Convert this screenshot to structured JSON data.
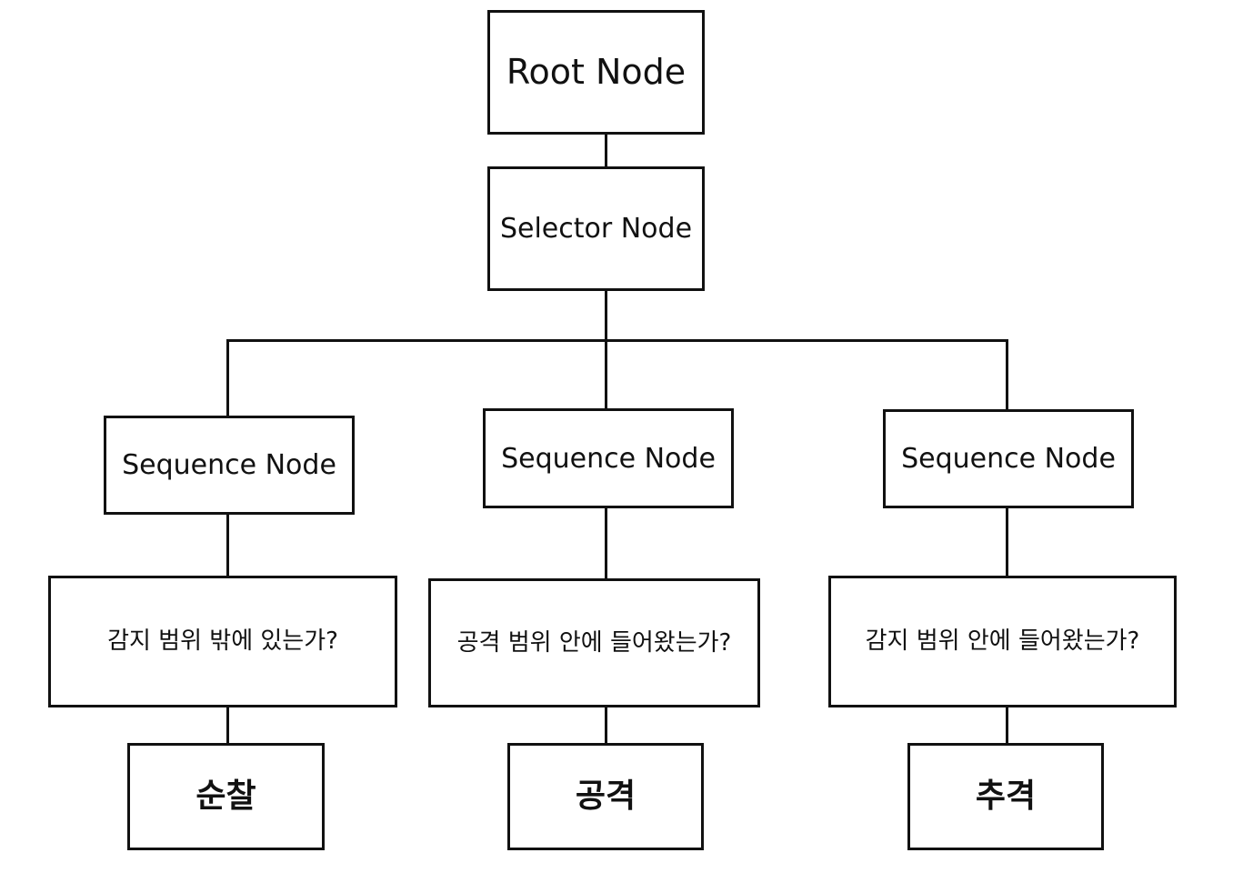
{
  "diagram": {
    "root": {
      "label": "Root Node"
    },
    "selector": {
      "label": "Selector Node"
    },
    "branches": [
      {
        "sequence_label": "Sequence Node",
        "condition_label": "감지 범위 밖에 있는가?",
        "action_label": "순찰"
      },
      {
        "sequence_label": "Sequence Node",
        "condition_label": "공격 범위 안에 들어왔는가?",
        "action_label": "공격"
      },
      {
        "sequence_label": "Sequence Node",
        "condition_label": "감지 범위 안에 들어왔는가?",
        "action_label": "추격"
      }
    ],
    "colors": {
      "stroke": "#111111",
      "background": "#ffffff"
    }
  }
}
